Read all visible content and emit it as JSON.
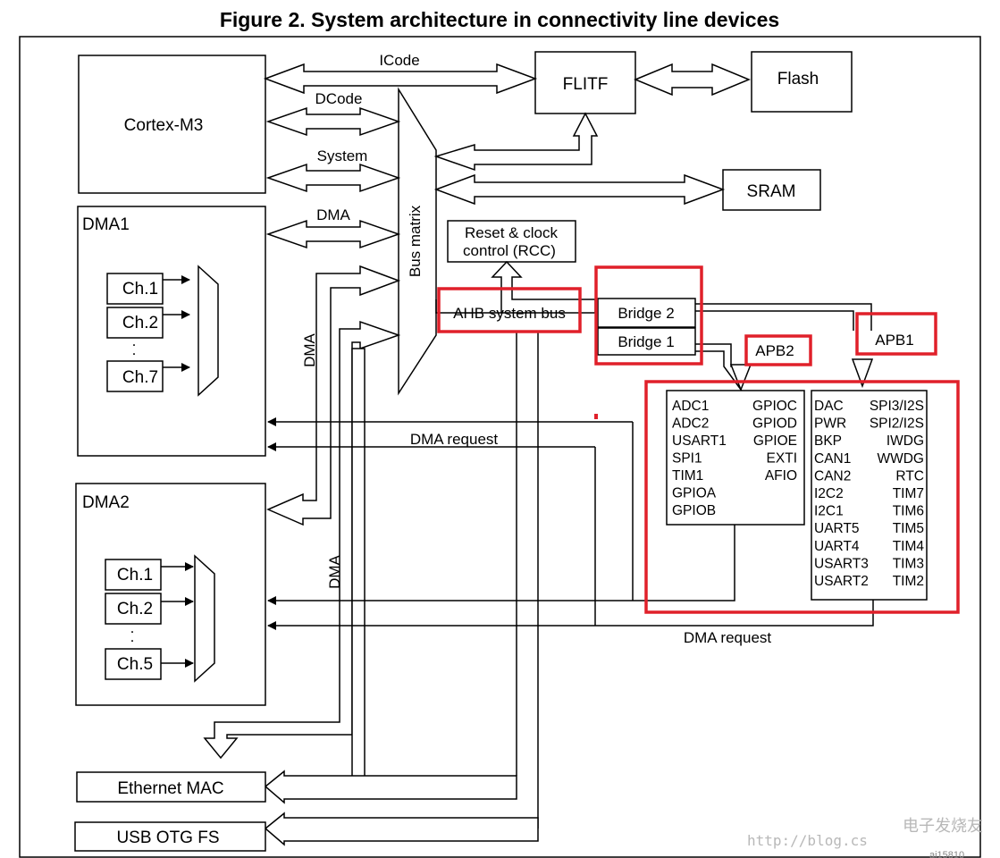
{
  "title": "Figure 2. System architecture in connectivity line devices",
  "blocks": {
    "cortex": "Cortex-M3",
    "flitf": "FLITF",
    "flash": "Flash",
    "sram": "SRAM",
    "rcc_line1": "Reset & clock",
    "rcc_line2": "control (RCC)",
    "bus_matrix": "Bus matrix",
    "ahb": "AHB system bus",
    "bridge2": "Bridge  2",
    "bridge1": "Bridge  1",
    "apb2": "APB2",
    "apb1": "APB1",
    "dma1": "DMA1",
    "dma2": "DMA2",
    "ethernet": "Ethernet MAC",
    "usb": "USB OTG FS"
  },
  "buses": {
    "icode": "ICode",
    "dcode": "DCode",
    "system": "System",
    "dma": "DMA",
    "dma_vertical": "DMA",
    "dma_request": "DMA request"
  },
  "dma1_channels": [
    "Ch.1",
    "Ch.2",
    "Ch.7"
  ],
  "dma2_channels": [
    "Ch.1",
    "Ch.2",
    "Ch.5"
  ],
  "apb2_left": [
    "ADC1",
    "ADC2",
    "USART1",
    "SPI1",
    "TIM1",
    "GPIOA",
    "GPIOB"
  ],
  "apb2_right": [
    "GPIOC",
    "GPIOD",
    "GPIOE",
    "EXTI",
    "AFIO"
  ],
  "apb1_left": [
    "DAC",
    "PWR",
    "BKP",
    "CAN1",
    "CAN2",
    "I2C2",
    "I2C1",
    "UART5",
    "UART4",
    "USART3",
    "USART2"
  ],
  "apb1_right": [
    "SPI3/I2S",
    "SPI2/I2S",
    "IWDG",
    "WWDG",
    "RTC",
    "TIM7",
    "TIM6",
    "TIM5",
    "TIM4",
    "TIM3",
    "TIM2"
  ],
  "watermark": "http://blog.cs",
  "watermark_logo": "电子发烧友",
  "figure_code": "ai15810",
  "colors": {
    "highlight": "#e0202a",
    "line": "#000000",
    "watermark": "#b8b8b8"
  }
}
